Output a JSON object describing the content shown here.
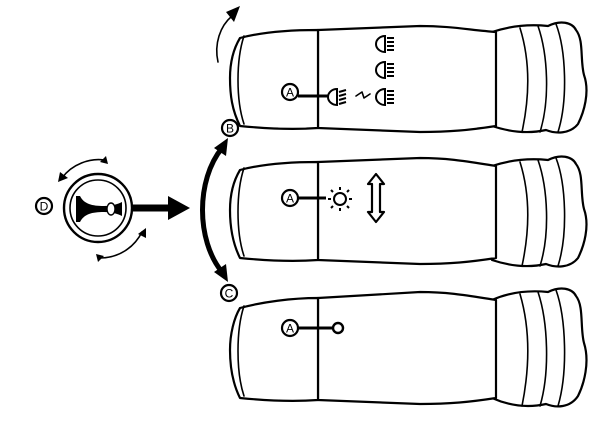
{
  "diagram": {
    "callouts": {
      "a_top": "A",
      "a_middle": "A",
      "a_bottom": "A",
      "b": "B",
      "c": "C",
      "d": "D"
    },
    "icons": {
      "top_stalk": [
        "main-beam-icon",
        "dipped-beam-icon",
        "headlamp-flash-icon",
        "fog-lamp-icon"
      ],
      "middle_stalk": [
        "position-light-icon",
        "up-down-arrow-icon"
      ],
      "bottom_stalk": [
        "off-ring-icon"
      ],
      "horn": "horn-icon"
    },
    "ink_color": "#000000",
    "background_color": "#ffffff"
  }
}
